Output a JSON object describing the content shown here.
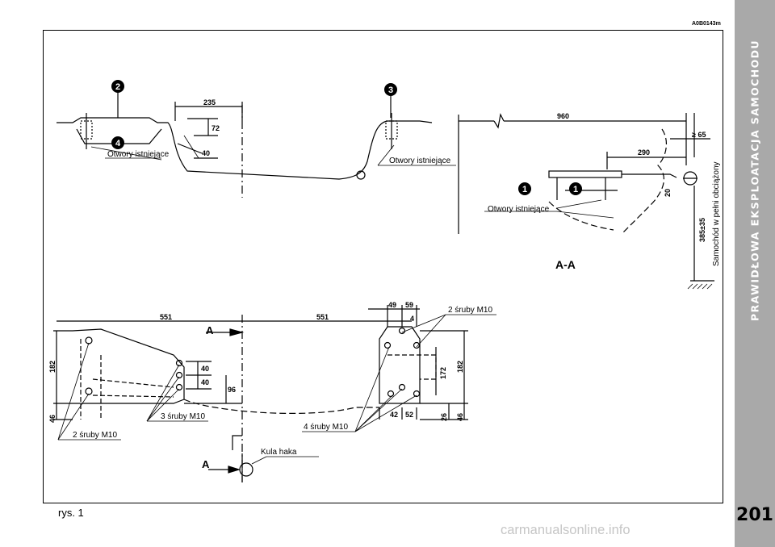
{
  "page": {
    "image_ref": "A0B0143m",
    "figure_label": "rys. 1",
    "page_number": "201",
    "section_title": "PRAWIDŁOWA EKSPLOATACJA SAMOCHODU",
    "watermark": "carmanualsonline.info"
  },
  "diagram": {
    "top_view": {
      "callout_2": "2",
      "callout_3": "3",
      "callout_4": "4",
      "dim_235": "235",
      "dim_72": "72",
      "dim_40": "40",
      "label_left": "Otwory istniejące",
      "label_right": "Otwory istniejące"
    },
    "section_view": {
      "dim_960": "960",
      "dim_290": "290",
      "dim_65": "≥ 65",
      "dim_20": "20",
      "dim_385": "385±35",
      "callout_1a": "1",
      "callout_1b": "1",
      "label_holes": "Otwory istniejące",
      "label_load": "Samochód w pełni obciążony",
      "section_label": "A-A"
    },
    "plan_view": {
      "dim_551_left": "551",
      "dim_551_right": "551",
      "dim_182_left": "182",
      "dim_46_left": "46",
      "dim_40a": "40",
      "dim_40b": "40",
      "dim_96": "96",
      "dim_49": "49",
      "dim_59": "59",
      "dim_4": "4",
      "dim_172": "172",
      "dim_182_right": "182",
      "dim_26": "26",
      "dim_46_right": "46",
      "dim_42": "42",
      "dim_52": "52",
      "section_mark_top": "A",
      "section_mark_bottom": "A",
      "label_2_screws_right": "2 śruby M10",
      "label_2_screws_left": "2 śruby M10",
      "label_3_screws": "3 śruby M10",
      "label_4_screws": "4 śruby M10",
      "label_ball": "Kula haka"
    }
  }
}
